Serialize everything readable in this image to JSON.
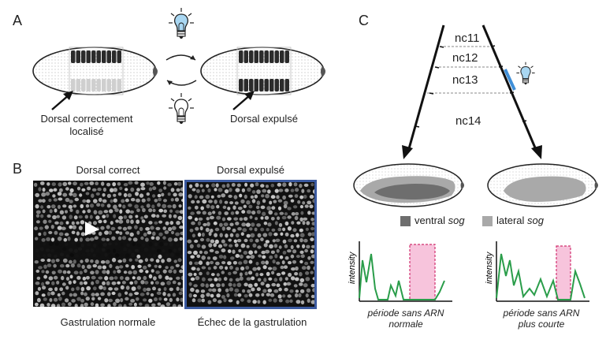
{
  "panel_a": {
    "letter": "A",
    "label_left": [
      "Dorsal correctement",
      "localisé"
    ],
    "label_right": "Dorsal expulsé",
    "icons": {
      "light_on": "lightbulb-on-icon",
      "light_off": "lightbulb-off-icon"
    }
  },
  "panel_b": {
    "letter": "B",
    "left_title": "Dorsal correct",
    "right_title": "Dorsal expulsé",
    "left_caption": "Gastrulation normale",
    "right_caption": "Échec de la gastrulation",
    "frame_color": "#3b5aa0"
  },
  "panel_c": {
    "letter": "C",
    "cycles": [
      "nc11",
      "nc12",
      "nc13",
      "nc14"
    ],
    "legend": {
      "ventral_prefix": "ventral ",
      "ventral_term": "sog",
      "lateral_prefix": "lateral ",
      "lateral_term": "sog"
    },
    "colors": {
      "ventral": "#6e6e6e",
      "lateral": "#a9a9a9",
      "trace": "#2a9d4a",
      "window": "#f7c4dc",
      "window_border": "#d0306e",
      "light_bar": "#3f8fd8"
    },
    "plot_left": {
      "ylabel": "intensity",
      "xlabel": [
        "période sans ARN",
        "normale"
      ]
    },
    "plot_right": {
      "ylabel": "intensity",
      "xlabel": [
        "période sans ARN",
        "plus courte"
      ]
    }
  }
}
